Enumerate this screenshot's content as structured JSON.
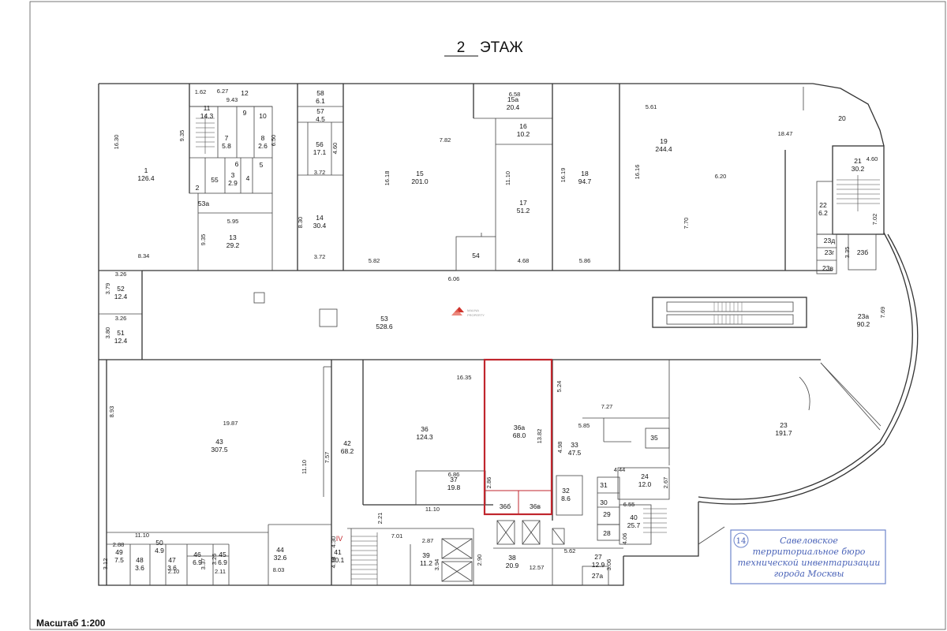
{
  "title": {
    "num": "2",
    "text": "ЭТАЖ"
  },
  "scale": "Масштаб 1:200",
  "stamp": {
    "num": "14",
    "lines": [
      "Савеловское",
      "территориальное бюро",
      "технической инвентаризации",
      "города Москвы"
    ]
  },
  "watermark": {
    "line1": "MALINA",
    "line2": "PROPERTY"
  },
  "highlight": {
    "label": "36а",
    "color": "#c0262d"
  },
  "corridor_marker": "IV",
  "rooms": [
    {
      "id": "r1",
      "num": "1",
      "area": "126.4"
    },
    {
      "id": "r2",
      "num": "2"
    },
    {
      "id": "r3",
      "num": "3",
      "area": "2.9"
    },
    {
      "id": "r4",
      "num": "4"
    },
    {
      "id": "r5",
      "num": "5"
    },
    {
      "id": "r6",
      "num": "6"
    },
    {
      "id": "r7",
      "num": "7",
      "area": "5.8"
    },
    {
      "id": "r8",
      "num": "8",
      "area": "2.6"
    },
    {
      "id": "r9",
      "num": "9"
    },
    {
      "id": "r10",
      "num": "10"
    },
    {
      "id": "r11",
      "num": "11",
      "area": "14.3"
    },
    {
      "id": "r12",
      "num": "12"
    },
    {
      "id": "r13",
      "num": "13",
      "area": "29.2"
    },
    {
      "id": "r14",
      "num": "14",
      "area": "30.4"
    },
    {
      "id": "r15",
      "num": "15",
      "area": "201.0"
    },
    {
      "id": "r15a",
      "num": "15а",
      "area": "20.4"
    },
    {
      "id": "r16",
      "num": "16",
      "area": "10.2"
    },
    {
      "id": "r17",
      "num": "17",
      "area": "51.2"
    },
    {
      "id": "r18",
      "num": "18",
      "area": "94.7"
    },
    {
      "id": "r19",
      "num": "19",
      "area": "244.4"
    },
    {
      "id": "r20",
      "num": "20"
    },
    {
      "id": "r21",
      "num": "21",
      "area": "30.2"
    },
    {
      "id": "r22",
      "num": "22",
      "area": "6.2"
    },
    {
      "id": "r23",
      "num": "23",
      "area": "191.7"
    },
    {
      "id": "r23a",
      "num": "23а",
      "area": "90.2"
    },
    {
      "id": "r23b",
      "num": "23б"
    },
    {
      "id": "r23v",
      "num": "23в"
    },
    {
      "id": "r23g",
      "num": "23г"
    },
    {
      "id": "r23d",
      "num": "23д"
    },
    {
      "id": "r24",
      "num": "24",
      "area": "12.0"
    },
    {
      "id": "r27",
      "num": "27",
      "area": "12.9"
    },
    {
      "id": "r27a",
      "num": "27а"
    },
    {
      "id": "r28",
      "num": "28"
    },
    {
      "id": "r29",
      "num": "29"
    },
    {
      "id": "r30",
      "num": "30"
    },
    {
      "id": "r31",
      "num": "31"
    },
    {
      "id": "r32",
      "num": "32",
      "area": "8.6"
    },
    {
      "id": "r33",
      "num": "33",
      "area": "47.5"
    },
    {
      "id": "r35",
      "num": "35"
    },
    {
      "id": "r36",
      "num": "36",
      "area": "124.3"
    },
    {
      "id": "r36a",
      "num": "36а",
      "area": "68.0"
    },
    {
      "id": "r36b",
      "num": "36б"
    },
    {
      "id": "r36v",
      "num": "36в"
    },
    {
      "id": "r37",
      "num": "37",
      "area": "19.8"
    },
    {
      "id": "r38",
      "num": "38",
      "area": "20.9"
    },
    {
      "id": "r39",
      "num": "39",
      "area": "11.2"
    },
    {
      "id": "r40",
      "num": "40",
      "area": "25.7"
    },
    {
      "id": "r41",
      "num": "41",
      "area": "30.1"
    },
    {
      "id": "r42",
      "num": "42",
      "area": "68.2"
    },
    {
      "id": "r43",
      "num": "43",
      "area": "307.5"
    },
    {
      "id": "r44",
      "num": "44",
      "area": "32.6"
    },
    {
      "id": "r45",
      "num": "45",
      "area": "6.9"
    },
    {
      "id": "r46",
      "num": "46",
      "area": "6.9"
    },
    {
      "id": "r47",
      "num": "47",
      "area": "3.6"
    },
    {
      "id": "r48",
      "num": "48",
      "area": "3.6"
    },
    {
      "id": "r49",
      "num": "49",
      "area": "7.5"
    },
    {
      "id": "r50",
      "num": "50",
      "area": "4.9"
    },
    {
      "id": "r51",
      "num": "51",
      "area": "12.4"
    },
    {
      "id": "r52",
      "num": "52",
      "area": "12.4"
    },
    {
      "id": "r53",
      "num": "53",
      "area": "528.6"
    },
    {
      "id": "r53a",
      "num": "53а"
    },
    {
      "id": "r54",
      "num": "54"
    },
    {
      "id": "r55",
      "num": "55"
    },
    {
      "id": "r56",
      "num": "56",
      "area": "17.1"
    },
    {
      "id": "r57",
      "num": "57",
      "area": "4.5"
    },
    {
      "id": "r58",
      "num": "58",
      "area": "6.1"
    }
  ],
  "dims": [
    "1.62",
    "6.27",
    "9.43",
    "16.30",
    "9.35",
    "6.50",
    "4.60",
    "3.72",
    "8.30",
    "9.35",
    "5.95",
    "8.34",
    "3.26",
    "3.79",
    "3.26",
    "3.80",
    "3.72",
    "5.82",
    "6.06",
    "16.18",
    "7.82",
    "6.58",
    "11.10",
    "16.19",
    "4.68",
    "5.86",
    "5.61",
    "16.16",
    "18.47",
    "6.20",
    "7.70",
    "4.60",
    "7.02",
    "3.35",
    "7.69",
    "16.35",
    "5.24",
    "7.27",
    "5.85",
    "4.98",
    "13.82",
    "6.86",
    "2.86",
    "11.10",
    "4.44",
    "2.67",
    "6.55",
    "4.06",
    "3.06",
    "5.62",
    "12.57",
    "2.90",
    "3.94",
    "2.87",
    "7.01",
    "2.21",
    "4.30",
    "4.78",
    "8.03",
    "11.10",
    "2.88",
    "3.12",
    "2.10",
    "3.37",
    "3.26",
    "2.11",
    "8.93",
    "19.87",
    "11.10",
    "7.57"
  ]
}
